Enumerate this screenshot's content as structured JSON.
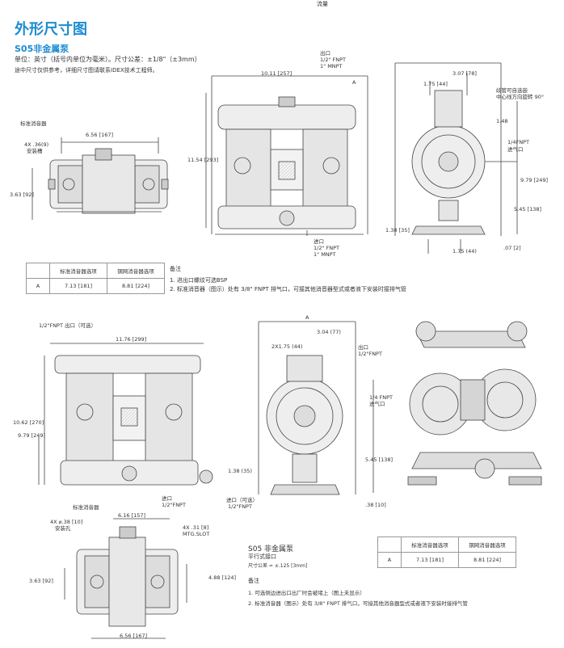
{
  "header": {
    "category": "流量"
  },
  "page": {
    "title": "外形尺寸图",
    "subtitle": "S05非金属泵",
    "units": "单位：英寸（括号内单位为毫米）。尺寸公差：±1/8\"（±3mm）",
    "disclaimer": "途中尺寸仅供参考，详细尺寸图请联系IDEX技术工程师。"
  },
  "top_section": {
    "left_view": {
      "muffler_label": "标准消音器",
      "mount_hole": "4X .36(9)",
      "mount_hole_label": "安装槽",
      "dim_width": "6.56 [167]",
      "dim_height": "3.63 [92]"
    },
    "front_view": {
      "outlet": [
        "出口",
        "1/2\" FNPT",
        "1\" MNPT"
      ],
      "dim_width": "10.11 [257]",
      "dim_height": "11.54 [293]",
      "dim_a": "A",
      "inlet": [
        "进口",
        "1/2\" FNPT",
        "1\" MNPT"
      ]
    },
    "side_view": {
      "dim_top": "3.07 [78]",
      "dim_left": "1.75 [44]",
      "rotate_note": [
        "歧管可自选嵌",
        "中心线方向旋转 90°"
      ],
      "dim_148": "1.48",
      "air_inlet": [
        "1/4FNPT",
        "进气口"
      ],
      "dim_height": "9.79 [249]",
      "dim_545": "5.45 [138]",
      "dim_138": "1.38 [35]",
      "dim_175": "1.75 (44)",
      "dim_07": ".07 [2]"
    },
    "table": {
      "headers": [
        "",
        "标准消音器选项",
        "钢网消音器选项"
      ],
      "rows": [
        [
          "A",
          "7.13 [181]",
          "8.81 [224]"
        ]
      ]
    },
    "notes": {
      "title": "备注",
      "items": [
        "1. 进出口螺纹可选BSP",
        "2. 标准消音器（图示）处有 3/8\" FNPT 排气口，可接其他消音器型式或者液下安装时接排气管"
      ]
    }
  },
  "bottom_section": {
    "front_view": {
      "outlet_opt": "1/2\"FNPT 出口（可选）",
      "dim_width": "11.76 [299]",
      "dim_h1": "10.62 [270]",
      "dim_h2": "9.79 [249]",
      "dim_138": "1.38 (35)",
      "inlet": [
        "进口",
        "1/2\"FNPT"
      ],
      "inlet_opt": [
        "进口（可选）",
        "1/2\"FNPT"
      ]
    },
    "side_view": {
      "dim_a": "A",
      "dim_304": "3.04 (77)",
      "dim_2x": "2X1.75 (44)",
      "outlet": [
        "出口",
        "1/2\"FNPT"
      ],
      "air_inlet": [
        "1/4 FNPT",
        "进气口"
      ],
      "dim_545": "5.45 [138]",
      "dim_38": ".38 [10]"
    },
    "bottom_view": {
      "muffler_label": "标准消音器",
      "mount_hole": "4X ⌀.38 [10]",
      "mount_hole_label": "安装孔",
      "dim_616": "6.16 [157]",
      "slot": [
        "4X .31 [8]",
        "MTG.SLOT"
      ],
      "dim_363": "3.63 [92]",
      "dim_488": "4.88 [124]",
      "dim_656": "6.56 [167]"
    },
    "caption": {
      "title": "S05 非金属泵",
      "subtitle": "平行式接口",
      "tolerance": "尺寸公差 = ±.125 [3mm]"
    },
    "table": {
      "headers": [
        "",
        "标准消音器选项",
        "钢网消音器选项"
      ],
      "rows": [
        [
          "A",
          "7.13 [181]",
          "8.81 [224]"
        ]
      ]
    },
    "notes": {
      "title": "备注",
      "items": [
        "1. 可选侧边进出口出厂时会被堵上（图上未显示）",
        "2. 标准消音器（图示）处有 3/8\" FNPT 排气口，可接其他消音器型式或者液下安装时接排气管"
      ]
    }
  }
}
